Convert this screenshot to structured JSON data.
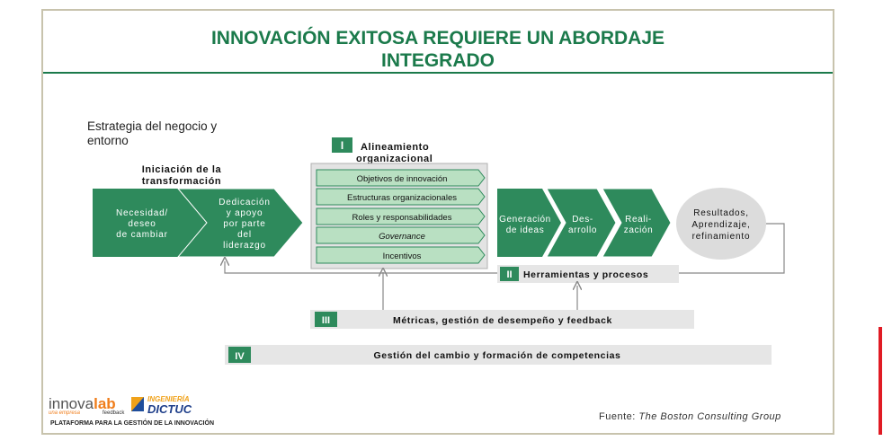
{
  "title": {
    "line1": "INNOVACIÓN EXITOSA REQUIERE UN ABORDAJE",
    "line2": "INTEGRADO"
  },
  "context": {
    "line1": "Estrategia del negocio y",
    "line2": "entorno"
  },
  "initiation": {
    "label_line1": "Iniciación de la",
    "label_line2": "transformación",
    "step1": [
      "Necesidad/",
      "deseo",
      "de cambiar"
    ],
    "step2": [
      "Dedicación",
      "y apoyo",
      "por parte",
      "del",
      "liderazgo"
    ]
  },
  "pillar1": {
    "numeral": "I",
    "label_line1": "Alineamiento",
    "label_line2": "organizacional",
    "items": [
      "Objetivos de innovación",
      "Estructuras organizacionales",
      "Roles y responsabilidades",
      "Governance",
      "Incentivos"
    ]
  },
  "process": {
    "step1": [
      "Generación",
      "de ideas"
    ],
    "step2": [
      "Des-",
      "arrollo"
    ],
    "step3": [
      "Reali-",
      "zación"
    ],
    "result": [
      "Resultados,",
      "Aprendizaje,",
      "refinamiento"
    ]
  },
  "pillar2": {
    "numeral": "II",
    "label": "Herramientas y procesos"
  },
  "pillar3": {
    "numeral": "III",
    "label": "Métricas, gestión de desempeño y feedback"
  },
  "pillar4": {
    "numeral": "IV",
    "label": "Gestión del cambio y formación de competencias"
  },
  "source": {
    "prefix": "Fuente:",
    "name": "The Boston Consulting Group"
  },
  "logo": {
    "innova": "innova",
    "lab": "lab",
    "tagline": "una empresa",
    "feedback": "feedback",
    "dictuc_top": "INGENIERÍA",
    "dictuc_main": "DICTUC",
    "platform": "PLATAFORMA PARA LA GESTIÓN DE LA INNOVACIÓN"
  },
  "colors": {
    "green": "#2e8a5c",
    "dark_green": "#1b7a4b",
    "light_green": "#b9e0c2",
    "gray_panel": "#e3e3e3",
    "result_gray": "#dcdcdc",
    "bar_gray": "#e6e6e6",
    "accent_red": "#e01b24"
  }
}
